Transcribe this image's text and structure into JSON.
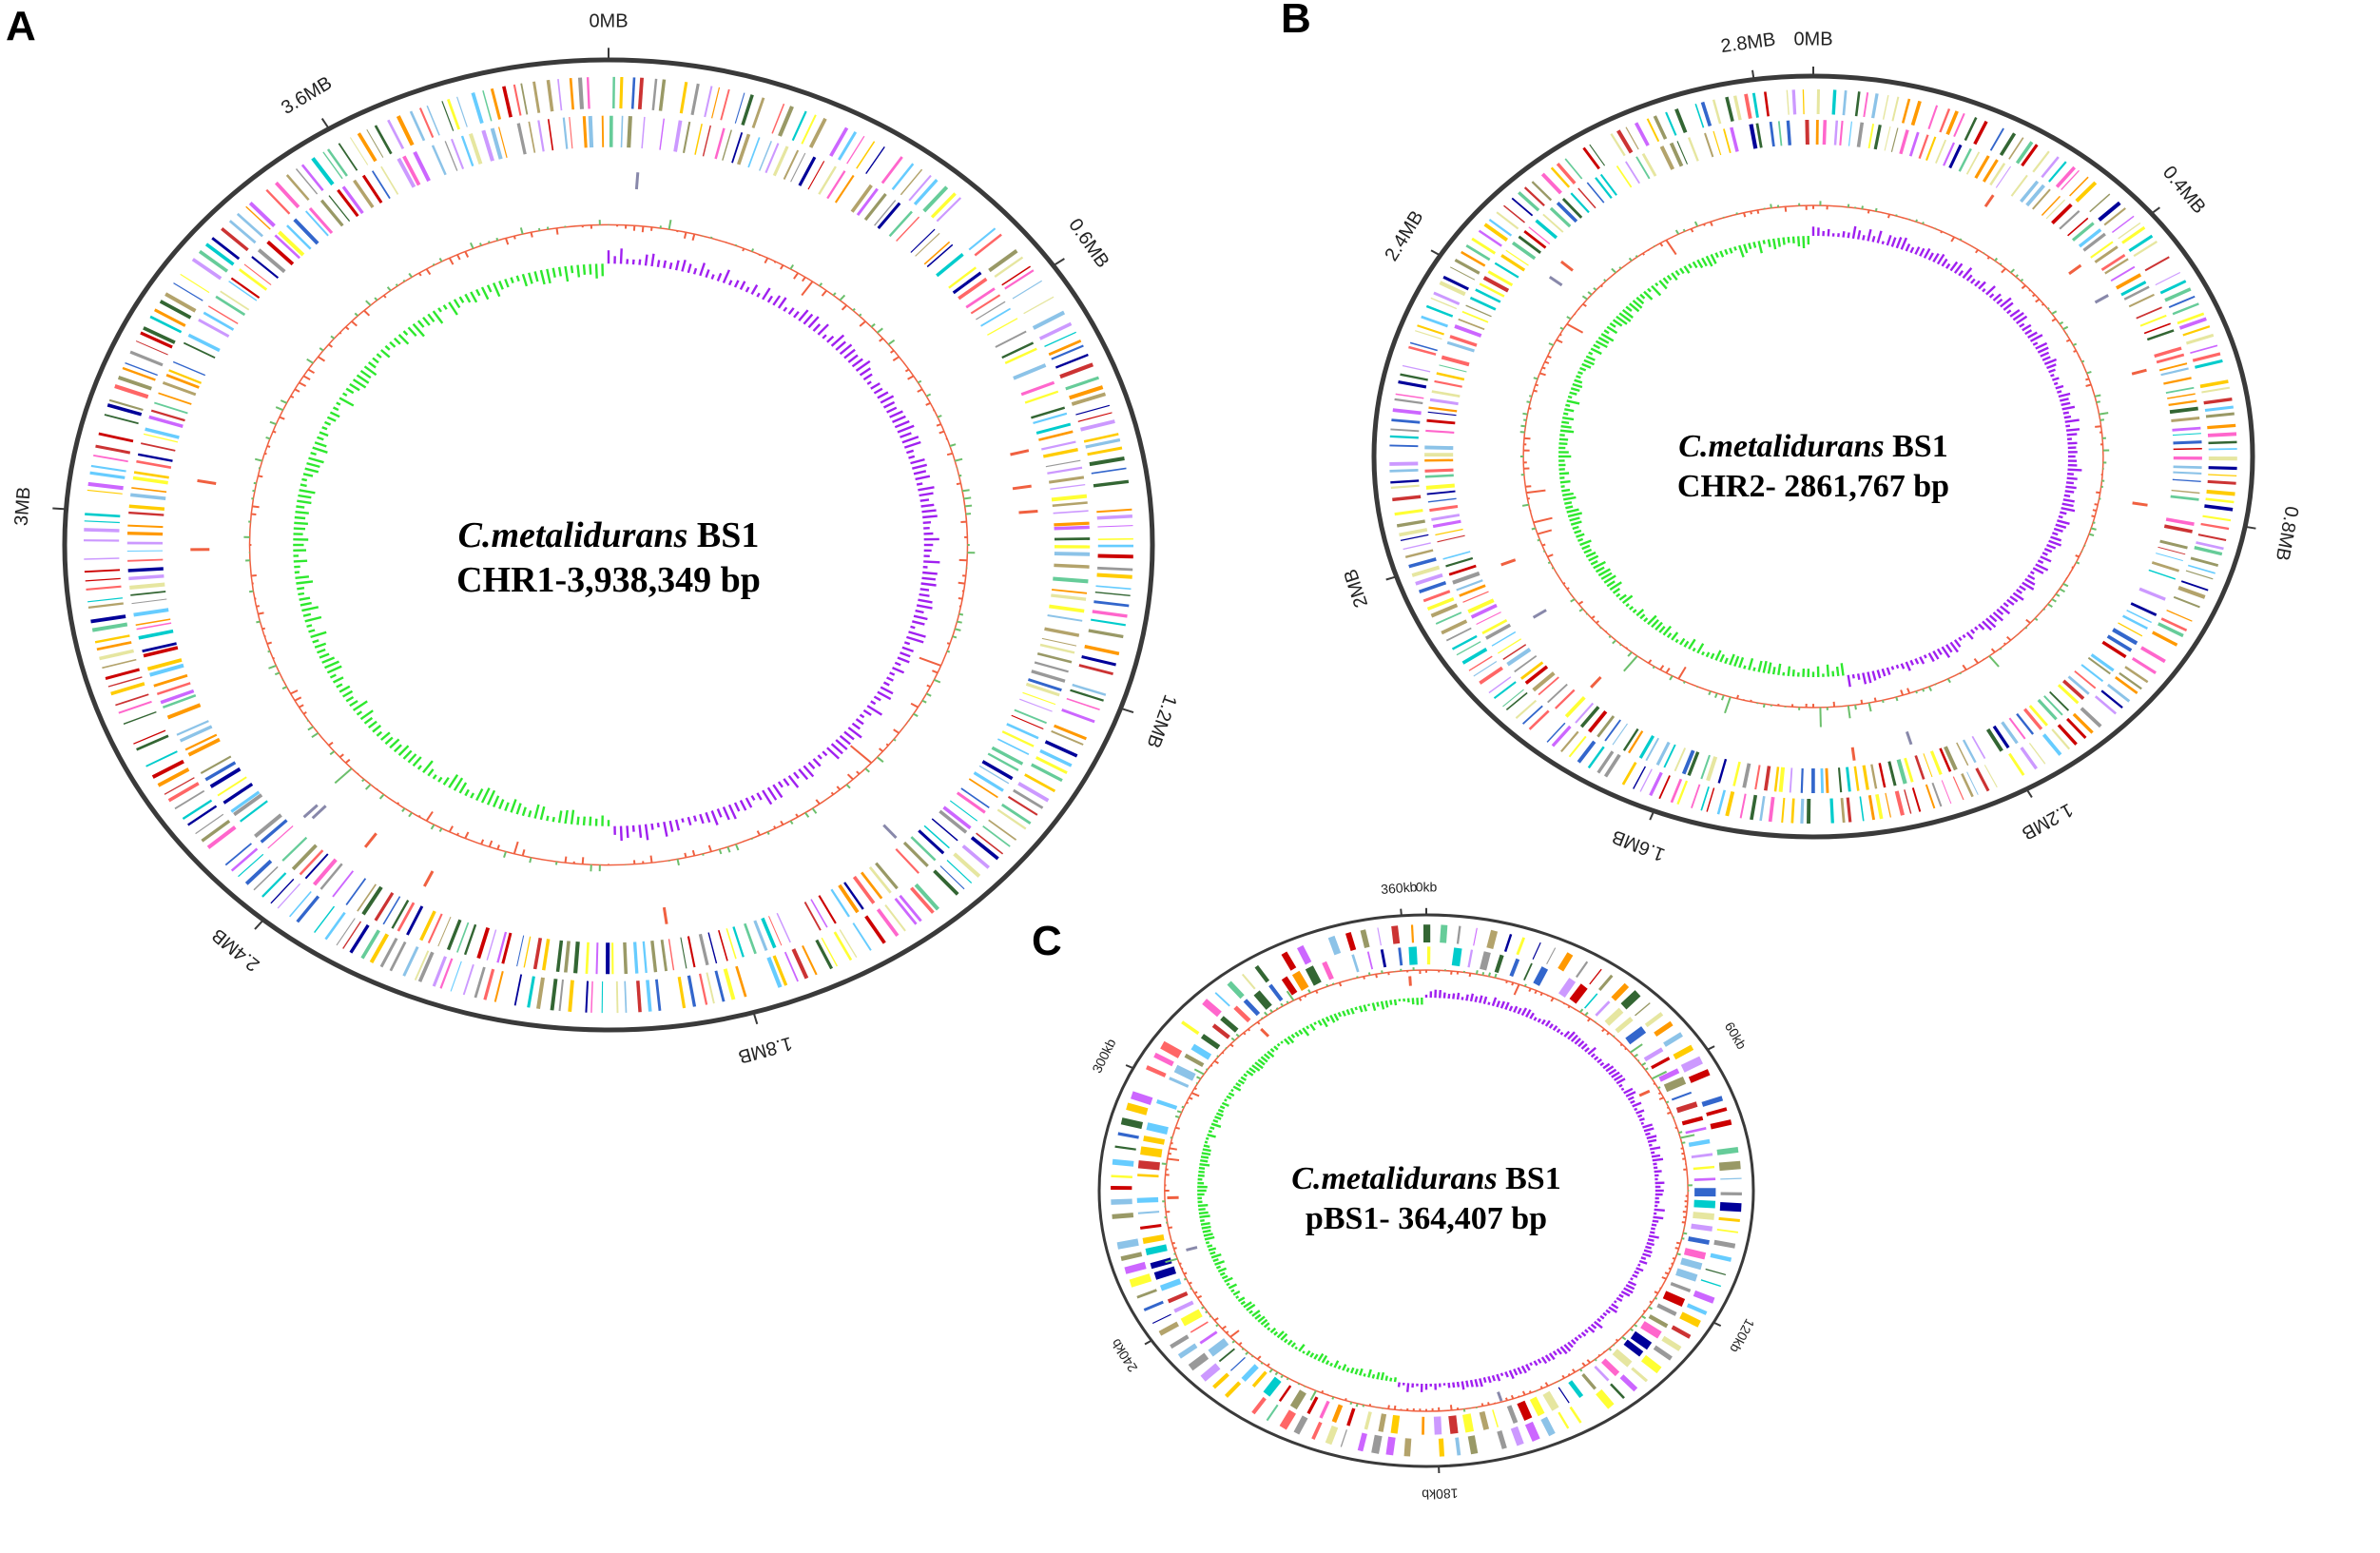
{
  "colors": {
    "backbone": "#3a3a3a",
    "gc_skew_positive": "#a020f0",
    "gc_skew_negative": "#2ee82e",
    "gc_content_high": "#6cbf6c",
    "gc_content_low": "#f06040",
    "rna_marks": "#f06040",
    "cog_palette": [
      "#e6e6a0",
      "#ff66cc",
      "#66ccff",
      "#cc99ff",
      "#ffcc00",
      "#66cc99",
      "#ff6666",
      "#3366cc",
      "#cc3333",
      "#999966",
      "#00cccc",
      "#cc66ff",
      "#ffff33",
      "#ff9900",
      "#999999",
      "#336633",
      "#b3a36b",
      "#8cc3e8",
      "#cc0000",
      "#000099"
    ]
  },
  "panels": [
    {
      "id": "A",
      "letter": "A",
      "organism": "C.metalidurans",
      "strain": "BS1",
      "replicon_line": "CHR1-3,938,349 bp",
      "length_bp": 3938349,
      "ticks": [
        {
          "label": "0MB",
          "pos": 0
        },
        {
          "label": "0.6MB",
          "pos": 600000
        },
        {
          "label": "1.2MB",
          "pos": 1200000
        },
        {
          "label": "1.8MB",
          "pos": 1800000
        },
        {
          "label": "2.4MB",
          "pos": 2400000
        },
        {
          "label": "3MB",
          "pos": 3000000
        },
        {
          "label": "3.6MB",
          "pos": 3600000
        }
      ],
      "skew_switch_fraction": 0.5
    },
    {
      "id": "B",
      "letter": "B",
      "organism": "C.metalidurans",
      "strain": "BS1",
      "replicon_line": "CHR2- 2861,767 bp",
      "length_bp": 2861767,
      "ticks": [
        {
          "label": "0MB",
          "pos": 0
        },
        {
          "label": "0.4MB",
          "pos": 400000
        },
        {
          "label": "0.8MB",
          "pos": 800000
        },
        {
          "label": "1.2MB",
          "pos": 1200000
        },
        {
          "label": "1.6MB",
          "pos": 1600000
        },
        {
          "label": "2MB",
          "pos": 2000000
        },
        {
          "label": "2.4MB",
          "pos": 2400000
        },
        {
          "label": "2.8MB",
          "pos": 2800000
        }
      ],
      "skew_switch_fraction": 0.48
    },
    {
      "id": "C",
      "letter": "C",
      "organism": "C.metalidurans",
      "strain": "BS1",
      "replicon_line": "pBS1- 364,407 bp",
      "length_bp": 364407,
      "ticks": [
        {
          "label": "0kb",
          "pos": 0
        },
        {
          "label": "60kb",
          "pos": 60000
        },
        {
          "label": "120kb",
          "pos": 120000
        },
        {
          "label": "180kb",
          "pos": 180000
        },
        {
          "label": "240kb",
          "pos": 240000
        },
        {
          "label": "300kb",
          "pos": 300000
        },
        {
          "label": "360kb",
          "pos": 360000
        }
      ],
      "skew_switch_fraction": 0.52
    }
  ]
}
